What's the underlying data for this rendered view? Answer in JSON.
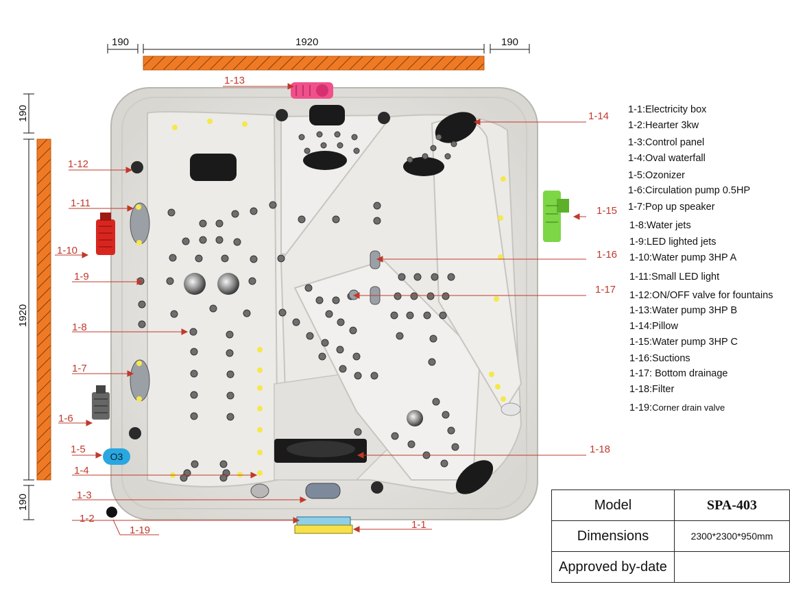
{
  "dimensions": {
    "top_left": "190",
    "top_center": "1920",
    "top_right": "190",
    "left_top": "190",
    "left_center": "1920",
    "left_bottom": "190"
  },
  "callouts": {
    "c1_1": "1-1",
    "c1_2": "1-2",
    "c1_3": "1-3",
    "c1_4": "1-4",
    "c1_5": "1-5",
    "c1_6": "1-6",
    "c1_7": "1-7",
    "c1_8": "1-8",
    "c1_9": "1-9",
    "c1_10": "1-10",
    "c1_11": "1-11",
    "c1_12": "1-12",
    "c1_13": "1-13",
    "c1_14": "1-14",
    "c1_15": "1-15",
    "c1_16": "1-16",
    "c1_17": "1-17",
    "c1_18": "1-18",
    "c1_19": "1-19"
  },
  "ozonizer_badge": "O3",
  "legend": [
    "1-1:Electricity box",
    "1-2:Hearter 3kw",
    "1-3:Control panel",
    "1-4:Oval waterfall",
    "1-5:Ozonizer",
    "1-6:Circulation pump 0.5HP",
    "1-7:Pop up speaker",
    "1-8:Water jets",
    "1-9:LED lighted jets",
    "1-10:Water pump 3HP  A",
    "1-11:Small LED light",
    "1-12:ON/OFF valve for fountains",
    "1-13:Water pump 3HP  B",
    "1-14:Pillow",
    "1-15:Water pump 3HP  C",
    "1-16:Suctions",
    "1-17:  Bottom drainage",
    "1-18:Filter",
    "1-19:"
  ],
  "legend_tail": "Corner drain valve",
  "spec_table": {
    "model_label": "Model",
    "model_value": "SPA-403",
    "dimensions_label": "Dimensions",
    "dimensions_value": "2300*2300*950mm",
    "approved_label": "Approved by-date",
    "approved_value": ""
  },
  "colors": {
    "wall_bar": "#f07a24",
    "callout_red": "#c0392b",
    "shell": "#e4e2de",
    "pump_a": "#d8261f",
    "pump_b": "#f0508c",
    "pump_c": "#7cd646",
    "led": "#f5e84a",
    "ozonizer": "#29a7e0",
    "electricity_box": "#f7e14a"
  }
}
